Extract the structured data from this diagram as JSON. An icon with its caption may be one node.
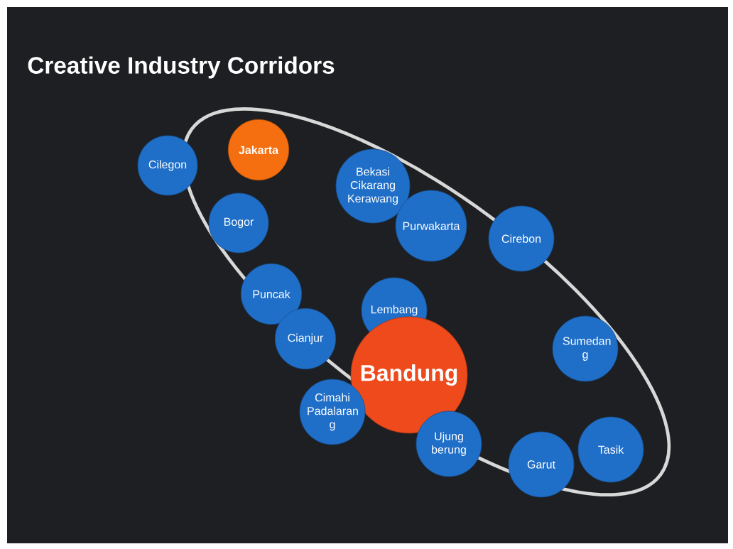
{
  "diagram": {
    "title": "Creative Industry Corridors",
    "nodes": [
      {
        "text": [
          "Cilegon"
        ]
      },
      {
        "text": [
          "Jakarta"
        ]
      },
      {
        "text": [
          "Bekasi Cikarang Kerawang"
        ]
      },
      {
        "text": [
          "Bogor"
        ]
      },
      {
        "text": [
          "Purwakarta"
        ]
      },
      {
        "text": [
          "Cirebon"
        ]
      },
      {
        "text": [
          "Puncak"
        ]
      },
      {
        "text": [
          "Lembang"
        ]
      },
      {
        "text": [
          "Cianjur"
        ]
      },
      {
        "text": [
          "Sumedan g"
        ]
      },
      {
        "text": [
          "Bandung"
        ]
      },
      {
        "text": [
          "Cimahi Padalaran g"
        ]
      },
      {
        "text": [
          "Ujung berung"
        ]
      },
      {
        "text": [
          "Tasik"
        ]
      },
      {
        "text": [
          "Garut"
        ]
      }
    ]
  }
}
